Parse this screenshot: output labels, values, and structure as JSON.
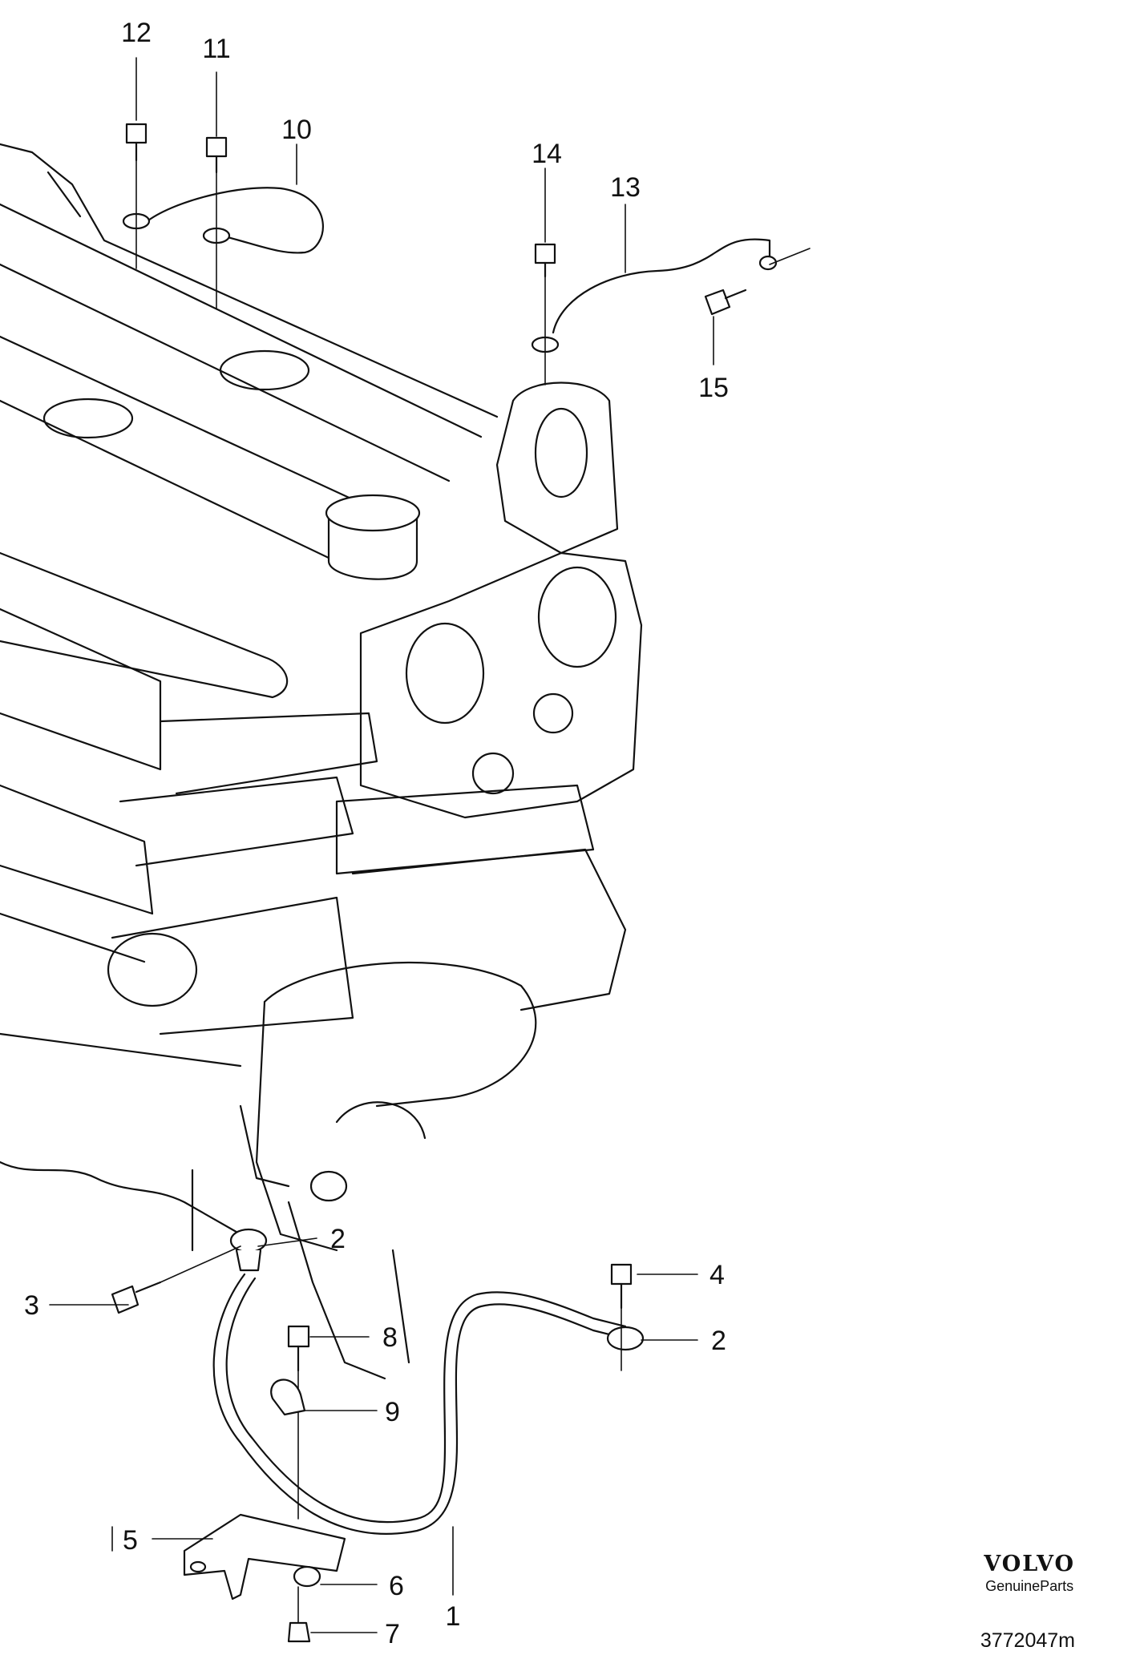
{
  "diagram": {
    "callouts": [
      {
        "id": "c1",
        "label": "1"
      },
      {
        "id": "c2a",
        "label": "2"
      },
      {
        "id": "c2b",
        "label": "2"
      },
      {
        "id": "c3",
        "label": "3"
      },
      {
        "id": "c4",
        "label": "4"
      },
      {
        "id": "c5",
        "label": "5"
      },
      {
        "id": "c6",
        "label": "6"
      },
      {
        "id": "c7",
        "label": "7"
      },
      {
        "id": "c8",
        "label": "8"
      },
      {
        "id": "c9",
        "label": "9"
      },
      {
        "id": "c10",
        "label": "10"
      },
      {
        "id": "c11",
        "label": "11"
      },
      {
        "id": "c12",
        "label": "12"
      },
      {
        "id": "c13",
        "label": "13"
      },
      {
        "id": "c14",
        "label": "14"
      },
      {
        "id": "c15",
        "label": "15"
      }
    ]
  },
  "branding": {
    "logo_text": "VOLVO",
    "subtitle": "GenuineParts",
    "reference": "3772047m"
  },
  "colors": {
    "line": "#111111",
    "background": "#ffffff"
  }
}
